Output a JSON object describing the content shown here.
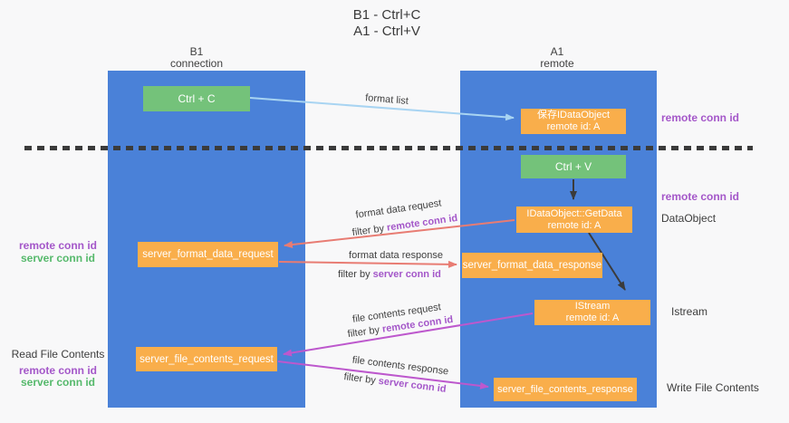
{
  "title": {
    "line1": "B1 - Ctrl+C",
    "line2": "A1 - Ctrl+V"
  },
  "lifelines": {
    "b1": {
      "name": "B1",
      "role": "connection"
    },
    "a1": {
      "name": "A1",
      "role": "remote"
    }
  },
  "nodes": {
    "ctrl_c": "Ctrl + C",
    "ctrl_v": "Ctrl + V",
    "save_idataobject": {
      "line1": "保存IDataObject",
      "line2": "remote id: A"
    },
    "getdata": {
      "line1": "IDataObject::GetData",
      "line2": "remote id: A"
    },
    "istream": {
      "line1": "IStream",
      "line2": "remote id: A"
    },
    "server_format_data_request": "server_format_data_request",
    "server_format_data_response": "server_format_data_response",
    "server_file_contents_request": "server_file_contents_request",
    "server_file_contents_response": "server_file_contents_response"
  },
  "edges": {
    "format_list": "format list",
    "format_data_request": "format data request",
    "format_data_response": "format data response",
    "file_contents_request": "file contents request",
    "file_contents_response": "file contents response",
    "filter_by": "filter by",
    "remote_conn_id": "remote conn id",
    "server_conn_id": "server conn id"
  },
  "annotations": {
    "remote_conn_id_top": "remote conn id",
    "remote_conn_id_mid": "remote conn id",
    "dataobject": "DataObject",
    "istream": "Istream",
    "write_file_contents": "Write File Contents",
    "read_file_contents": "Read File Contents",
    "legend_remote": "remote conn id",
    "legend_server": "server conn id"
  },
  "colors": {
    "lane_blue": "#4a81d8",
    "box_green": "#74c27a",
    "box_orange": "#f9ae4b",
    "purple_text": "#a457c9",
    "green_text": "#56b96c",
    "salmon_arrow": "#e87c73",
    "magenta_arrow": "#bd58cd",
    "light_blue_arrow": "#a8d4f2",
    "black_arrow": "#3b3b3b"
  }
}
